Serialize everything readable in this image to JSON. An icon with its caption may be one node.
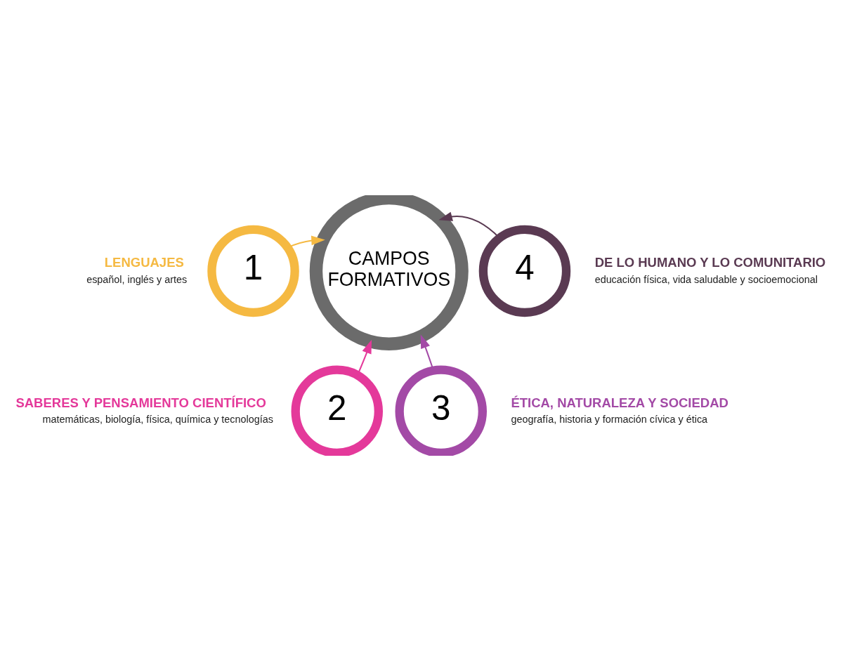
{
  "diagram": {
    "nodes": [
      {
        "text": [
          "CAMPOS FORMATIVOS"
        ]
      },
      {
        "text": [
          "1"
        ],
        "beside": [
          "LENGUAJES",
          "español, inglés y artes"
        ]
      },
      {
        "text": [
          "4"
        ],
        "beside": [
          "DE LO HUMANO Y LO COMUNITARIO",
          "educación física, vida saludable y socioemocional"
        ]
      },
      {
        "text": [
          "2"
        ],
        "beside": [
          "SABERES Y PENSAMIENTO CIENTÍFICO",
          "matemáticas, biología, física, química y tecnologías"
        ]
      },
      {
        "text": [
          "3"
        ],
        "beside": [
          "ÉTICA, NATURALEZA Y SOCIEDAD",
          "geografía, historia y formación cívica y ética"
        ]
      }
    ],
    "edges": [
      {
        "from": 1,
        "to": 0,
        "arrow": "to",
        "color": "#f5b942"
      },
      {
        "from": 2,
        "to": 0,
        "arrow": "to",
        "color": "#5a3a52"
      },
      {
        "from": 3,
        "to": 0,
        "arrow": "to",
        "color": "#e4399a"
      },
      {
        "from": 4,
        "to": 0,
        "arrow": "to",
        "color": "#a34aa6"
      }
    ]
  }
}
